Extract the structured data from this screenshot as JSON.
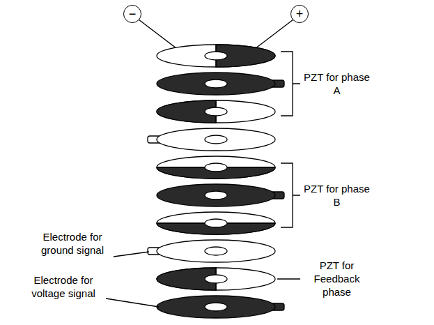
{
  "diagram": {
    "nodes": [
      {
        "text": [
          "−"
        ]
      },
      {
        "text": [
          "+"
        ]
      }
    ],
    "labels": [
      "PZT for phase A",
      "PZT for phase B",
      "Electrode for ground signal",
      "PZT for Feedback phase",
      "Electrode for voltage signal"
    ]
  }
}
